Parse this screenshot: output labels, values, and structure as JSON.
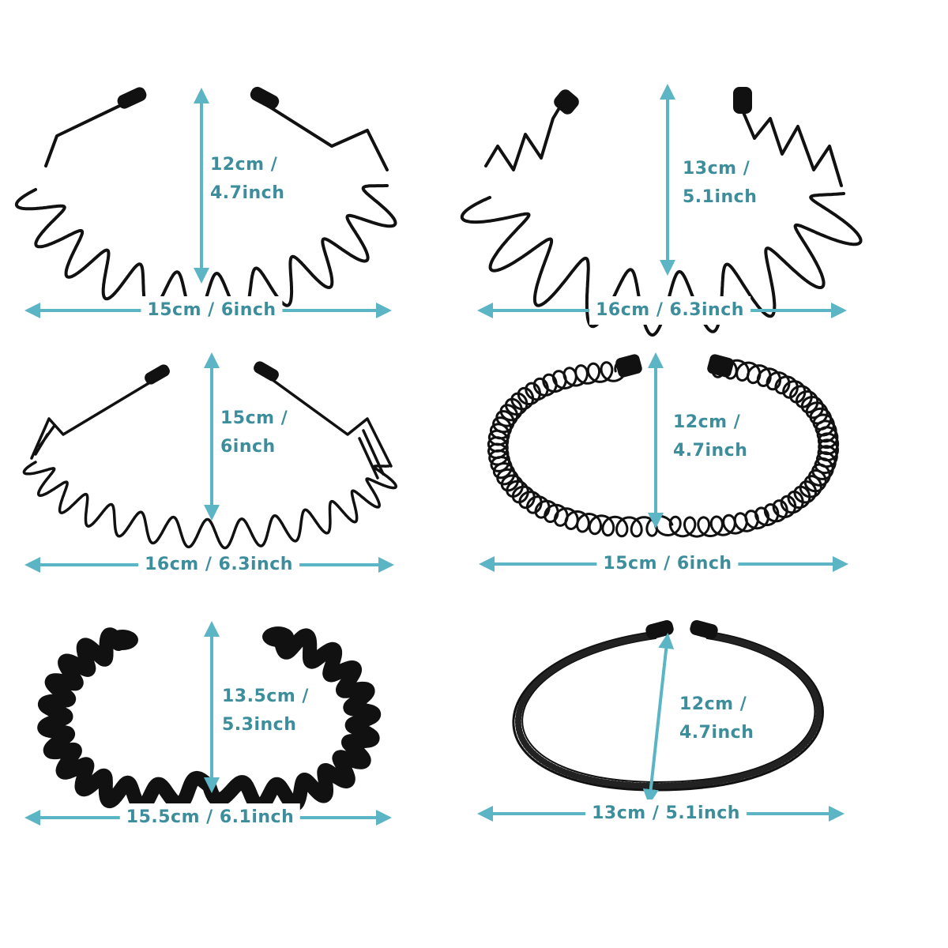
{
  "colors": {
    "accent": "#5bb5c4",
    "band": "#111111",
    "background": "#ffffff"
  },
  "headbands": [
    {
      "id": "wave-zigzag-a",
      "height": {
        "line1": "12cm /",
        "line2": "4.7inch"
      },
      "width": "15cm / 6inch"
    },
    {
      "id": "wave-zigzag-b",
      "height": {
        "line1": "13cm /",
        "line2": "5.1inch"
      },
      "width": "16cm / 6.3inch"
    },
    {
      "id": "wave-small",
      "height": {
        "line1": "15cm /",
        "line2": "6inch"
      },
      "width": "16cm / 6.3inch"
    },
    {
      "id": "coil-spring",
      "height": {
        "line1": "12cm /",
        "line2": "4.7inch"
      },
      "width": "15cm / 6inch"
    },
    {
      "id": "wave-flat",
      "height": {
        "line1": "13.5cm /",
        "line2": "5.3inch"
      },
      "width": "15.5cm / 6.1inch"
    },
    {
      "id": "spring-thin",
      "height": {
        "line1": "12cm /",
        "line2": "4.7inch"
      },
      "width": "13cm / 5.1inch"
    }
  ]
}
